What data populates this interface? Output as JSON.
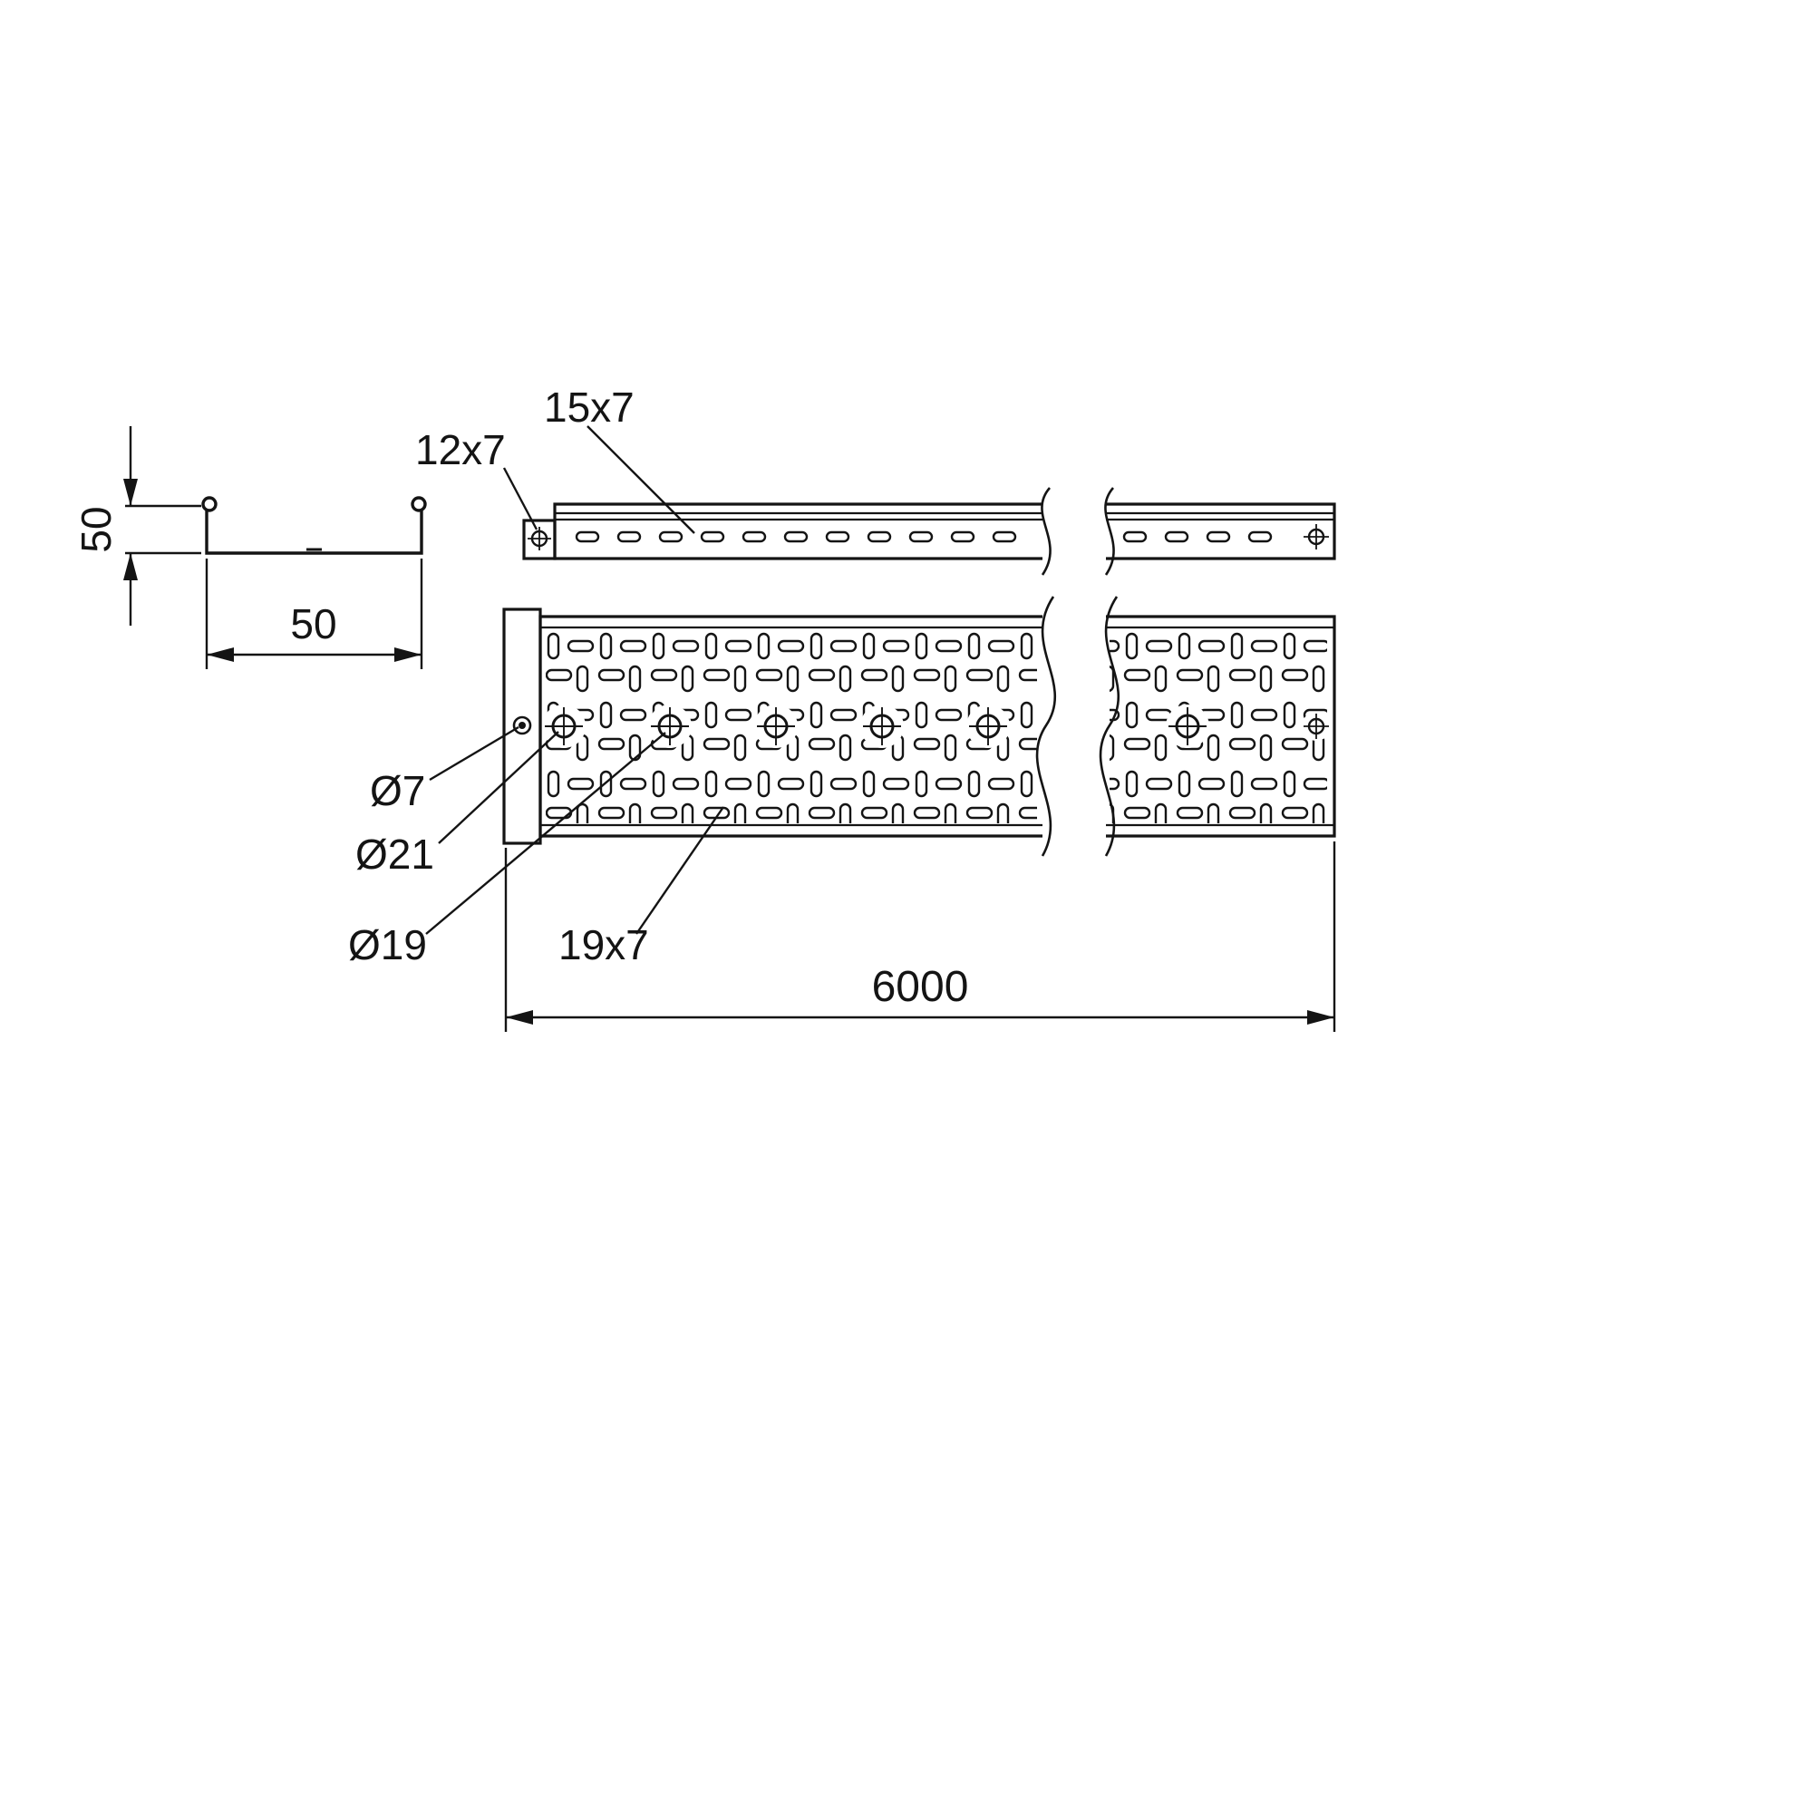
{
  "labels": {
    "slot_end_plate": "12x7",
    "slot_side_rail": "15x7",
    "hole_small": "Ø7",
    "hole_large": "Ø21",
    "hole_medium": "Ø19",
    "slot_tray_bottom": "19x7"
  },
  "dimensions": {
    "section_height": "50",
    "section_width": "50",
    "overall_length": "6000"
  },
  "colors": {
    "line": "#141414",
    "background": "#ffffff"
  }
}
